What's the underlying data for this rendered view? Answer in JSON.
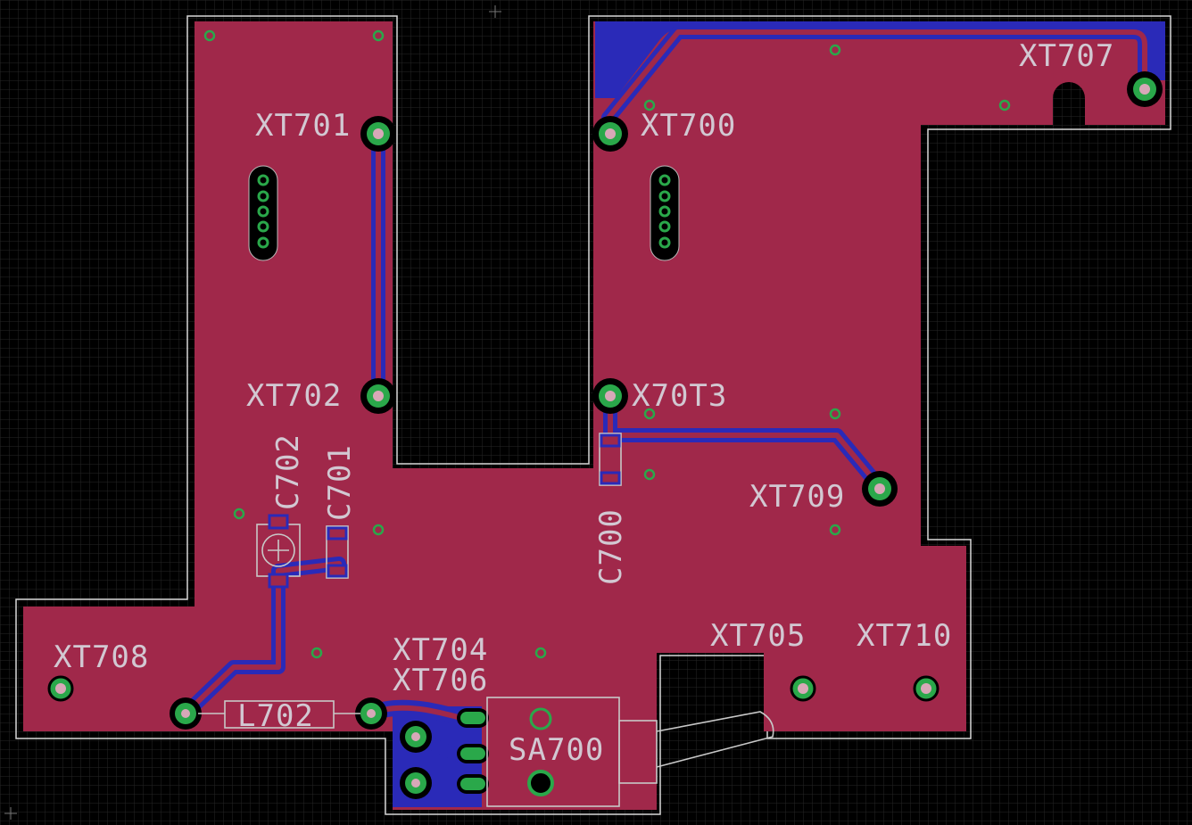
{
  "app": {
    "view": "board-layout"
  },
  "colors": {
    "background": "#000000",
    "grid": "#2a2a2a",
    "copper_top": "#a0284a",
    "copper_bottom": "#2a2ab8",
    "outline": "#d8d8d8",
    "pad_ring": "#2aa84a",
    "silkscreen": "#c8c8c8"
  },
  "labels": {
    "xt700": "XT700",
    "xt701": "XT701",
    "xt702": "XT702",
    "xt703": "X70T3",
    "xt704": "XT704",
    "xt705": "XT705",
    "xt706": "XT706",
    "xt707": "XT707",
    "xt708": "XT708",
    "xt709": "XT709",
    "xt710": "XT710",
    "c700": "C700",
    "c701": "C701",
    "c702": "C702",
    "l702": "L702",
    "sa700": "SA700"
  }
}
